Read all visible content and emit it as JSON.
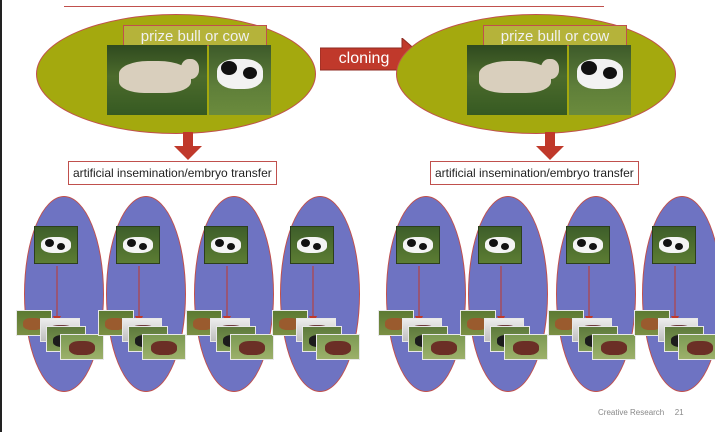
{
  "parents": {
    "left_label": "prize bull or cow",
    "right_label": "prize bull or cow"
  },
  "cloning_label": "cloning",
  "transfer_labels": {
    "left": "artificial insemination/embryo transfer",
    "right": "artificial insemination/embryo transfer"
  },
  "footer": {
    "source": "Creative Research",
    "page_number": "21"
  },
  "colors": {
    "parent_oval": "#a4a90e",
    "offspring_oval": "#6e73c2",
    "arrow": "#c0392b",
    "outline": "#c0504d"
  }
}
